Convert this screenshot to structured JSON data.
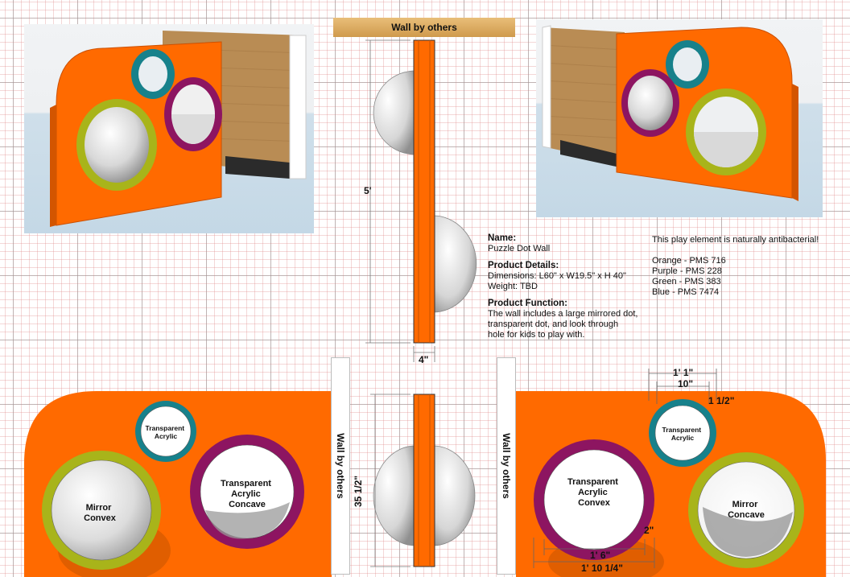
{
  "wall_by_others": "Wall by others",
  "dimensions": {
    "height": "5'",
    "depth": "4\"",
    "side_height": "35 1/2\"",
    "outer_small": "1' 1\"",
    "inner_small": "10\"",
    "rim_small": "1 1/2\"",
    "rim_large": "2\"",
    "inner_large": "1' 6\"",
    "outer_large": "1' 10 1/4\""
  },
  "product": {
    "name_heading": "Name:",
    "name": "Puzzle Dot Wall",
    "details_heading": "Product Details:",
    "dimensions": "Dimensions: L60\" x W19.5\" x H 40\"",
    "weight": "Weight: TBD",
    "function_heading": "Product Function:",
    "function_lines": [
      "The wall includes a large mirrored dot,",
      "transparent dot, and look through",
      "hole for kids to play with."
    ]
  },
  "notes": {
    "antibacterial": "This play element is naturally antibacterial!",
    "colors": [
      "Orange - PMS 716",
      "Purple - PMS 228",
      "Green - PMS 383",
      "Blue - PMS 7474"
    ]
  },
  "labels": {
    "transparent_acrylic": [
      "Transparent",
      "Acrylic"
    ],
    "mirror_convex": [
      "Mirror",
      "Convex"
    ],
    "transparent_acrylic_concave": [
      "Transparent",
      "Acrylic",
      "Concave"
    ],
    "transparent_acrylic_convex": [
      "Transparent",
      "Acrylic",
      "Convex"
    ],
    "mirror_concave": [
      "Mirror",
      "Concave"
    ]
  },
  "colors": {
    "orange": "#ff6a00",
    "purple": "#8d1561",
    "green": "#a8b41a",
    "blue": "#17818b",
    "wood": "#b98c54"
  }
}
